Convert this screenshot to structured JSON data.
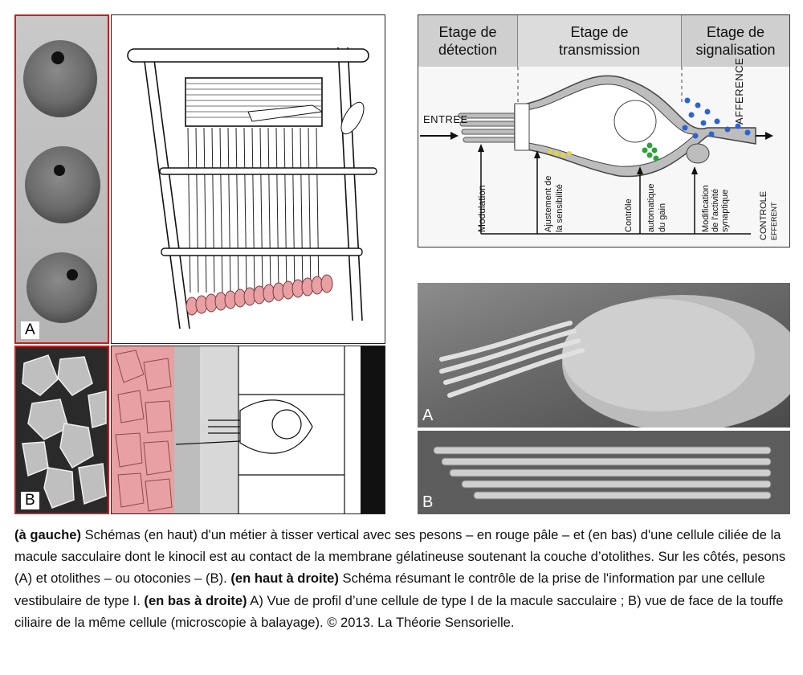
{
  "left_panels": {
    "photo_a_label": "A",
    "photo_b_label": "B"
  },
  "diagram": {
    "stages": [
      "Etage de détection",
      "Etage de transmission",
      "Etage de signalisation"
    ],
    "entree": "ENTREE",
    "afference": "AFFERENCE",
    "labels": {
      "modulation": "Modulation",
      "ajustement_1": "Ajustement de",
      "ajustement_2": "la sensibilité",
      "controle": "Contrôle",
      "auto_1": "automatique",
      "auto_2": "du gain",
      "modif_1": "Modification",
      "modif_2": "de l'activité",
      "modif_3": "synaptique",
      "controle_eff_1": "CONTROLE",
      "controle_eff_2": "EFFERENT"
    },
    "colors": {
      "blue": "#2b63d6",
      "red": "#d42323",
      "yellow": "#e6d23a",
      "green": "#2aa33a",
      "weights": "#e8a0a4"
    }
  },
  "sem_panels": {
    "a_label": "A",
    "b_label": "B"
  },
  "caption": {
    "h1": "(à gauche)",
    "t1": " Schémas (en haut) d'un métier à tisser vertical avec ses pesons – en rouge pâle – et (en bas) d'une cellule ciliée de la macule sacculaire dont le kinocil est au contact de la membrane gélatineuse soutenant la couche d’otolithes. Sur les côtés, pesons (A) et otolithes – ou otoconies – (B). ",
    "h2": "(en haut à droite)",
    "t2": " Schéma résumant le contrôle de la prise de l'information par une cellule vestibulaire de type I. ",
    "h3": "(en bas à droite)",
    "t3": " A) Vue de profil d’une cellule de type I de la macule sacculaire ; B) vue de face de la touffe ciliaire de la même cellule (microscopie à balayage). © 2013. La Théorie Sensorielle."
  }
}
